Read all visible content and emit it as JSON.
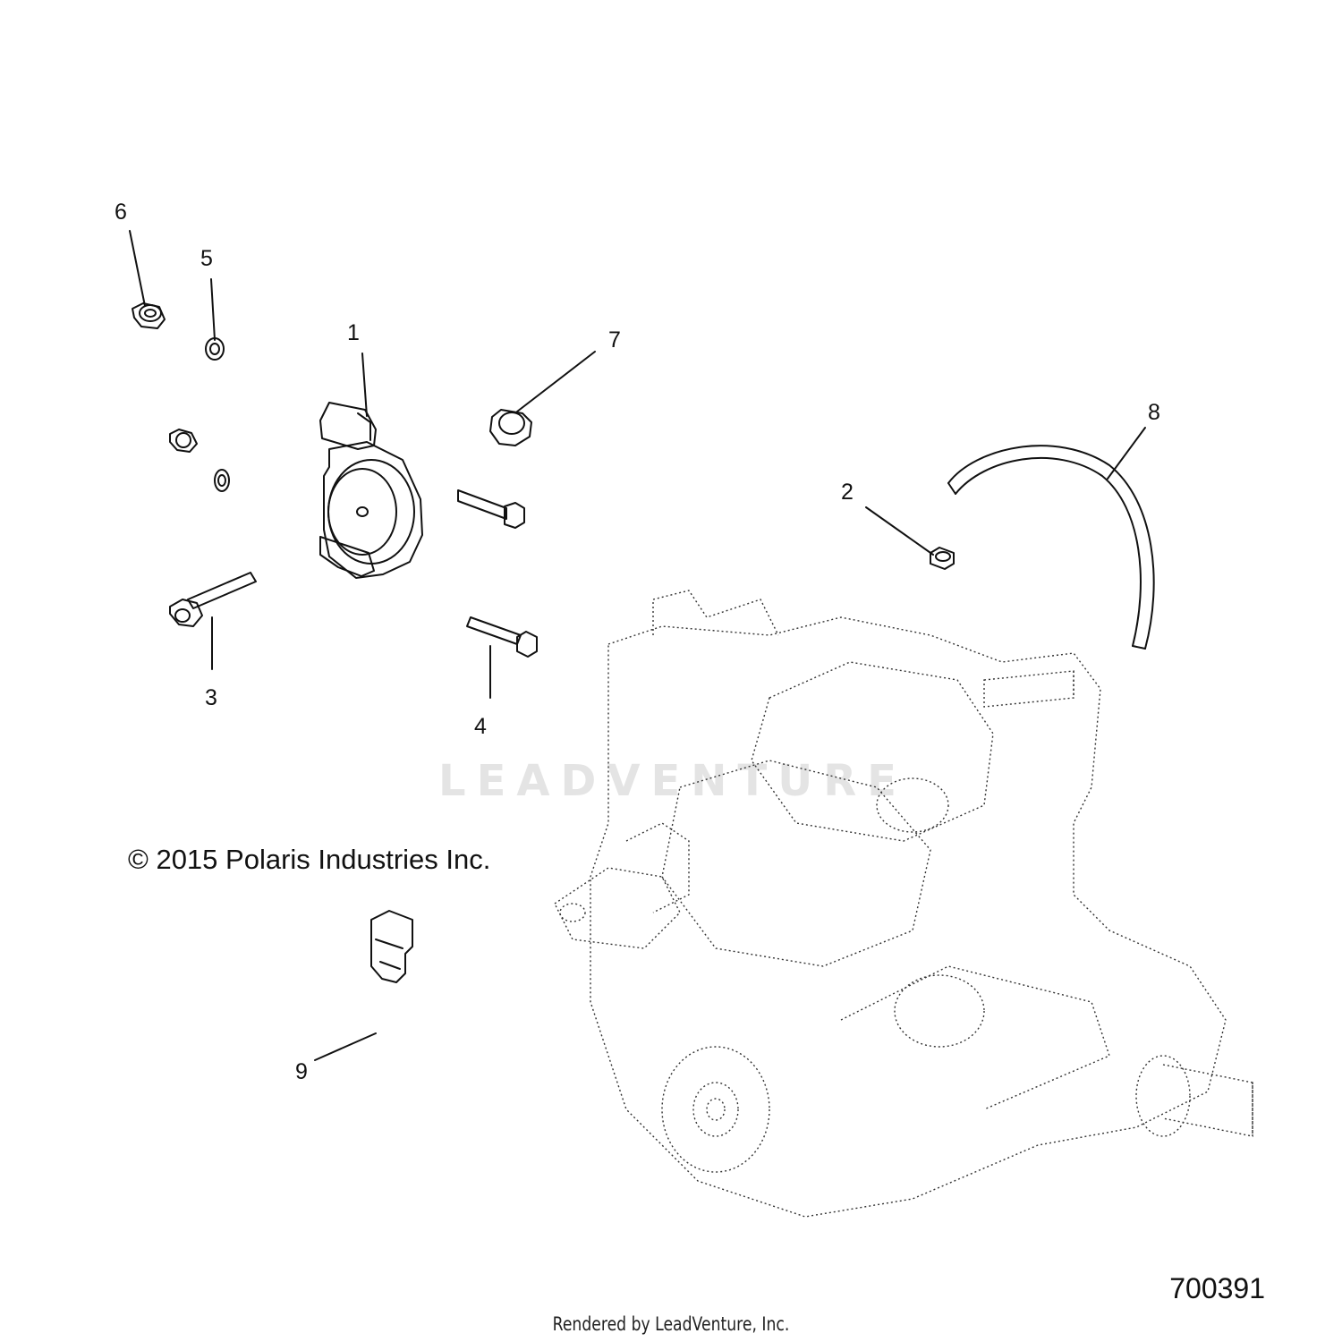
{
  "diagram": {
    "callouts": [
      {
        "id": "1",
        "label": "1"
      },
      {
        "id": "2",
        "label": "2"
      },
      {
        "id": "3",
        "label": "3"
      },
      {
        "id": "4",
        "label": "4"
      },
      {
        "id": "5",
        "label": "5"
      },
      {
        "id": "6",
        "label": "6"
      },
      {
        "id": "7",
        "label": "7"
      },
      {
        "id": "8",
        "label": "8"
      },
      {
        "id": "9",
        "label": "9"
      }
    ],
    "copyright": "© 2015 Polaris Industries Inc.",
    "diagram_number": "700391",
    "watermark": "LEADVENTURE",
    "footer": "Rendered by LeadVenture, Inc."
  },
  "colors": {
    "line": "#111111",
    "watermark": "#e4e4e4",
    "background": "#ffffff"
  }
}
